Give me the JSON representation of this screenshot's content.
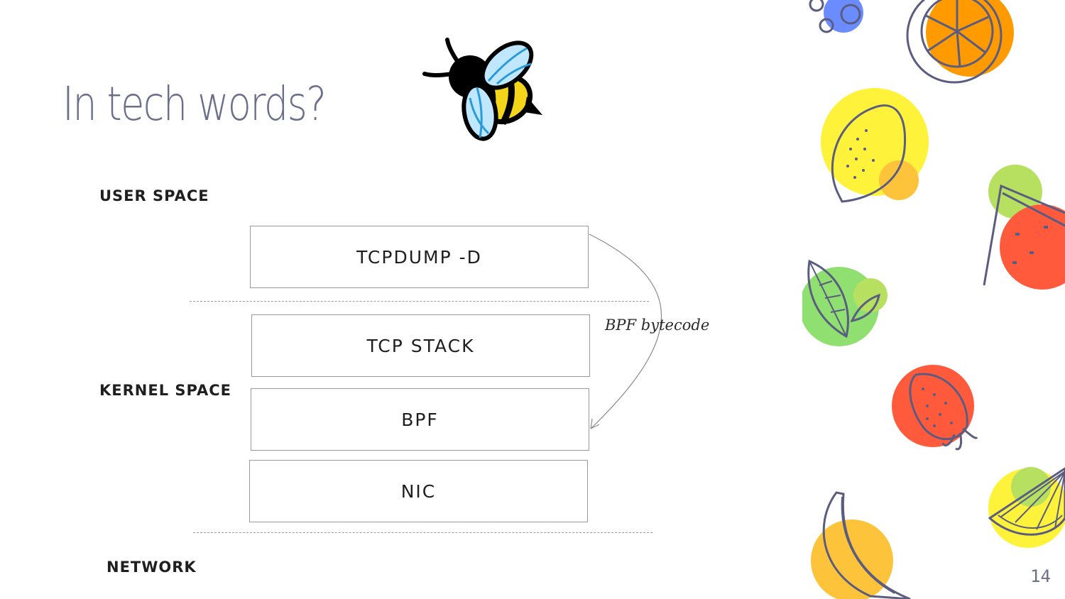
{
  "slide": {
    "title": "In tech words?",
    "page_number": "14"
  },
  "labels": {
    "user_space": "USER SPACE",
    "kernel_space": "KERNEL SPACE",
    "network": "NETWORK"
  },
  "boxes": {
    "tcpdump": "TCPDUMP -D",
    "tcp_stack": "TCP STACK",
    "bpf": "BPF",
    "nic": "NIC"
  },
  "arrow": {
    "label": "BPF bytecode"
  },
  "icons": {
    "mascot": "bee-icon",
    "decorations": [
      "blueberries-icon",
      "orange-icon",
      "lemon-icon",
      "watermelon-icon",
      "leaf-icon",
      "strawberry-icon",
      "banana-icon",
      "lime-slice-icon"
    ]
  },
  "colors": {
    "title": "#6b6f8c",
    "outline": "#5a5c80",
    "orange": "#ff9a00",
    "yellow": "#fff23a",
    "red": "#ff5a3c",
    "green": "#8fe070",
    "blue": "#6b8cff"
  }
}
